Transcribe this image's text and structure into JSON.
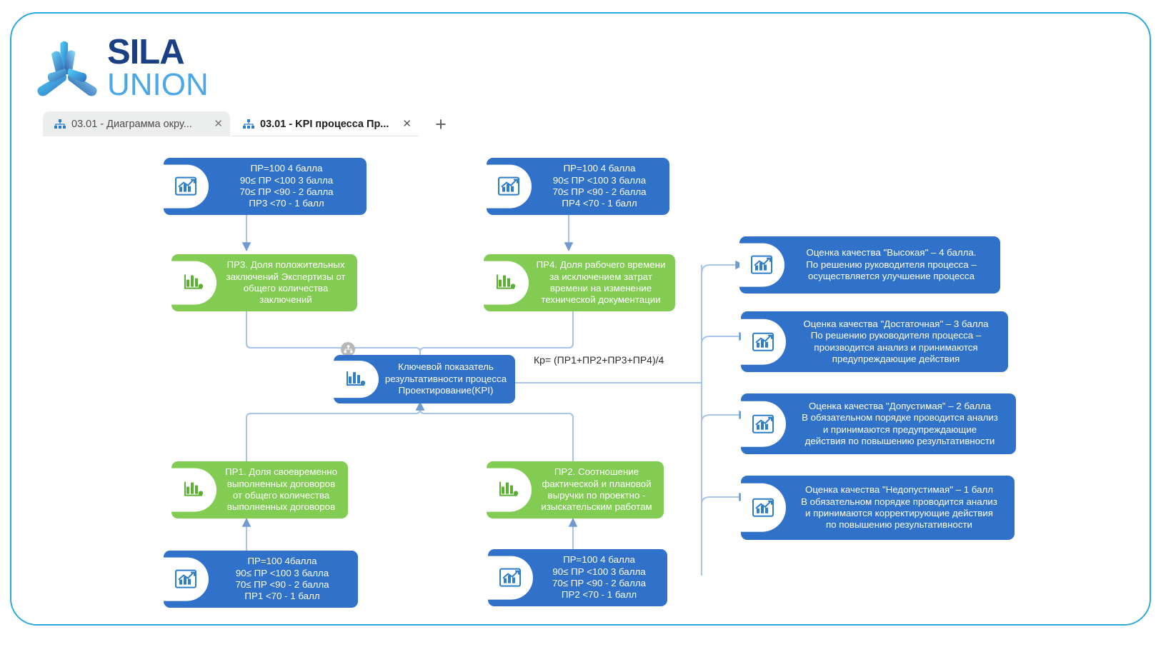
{
  "brand": {
    "name_top": "SILA",
    "name_bottom": "UNION",
    "logo_icon": "sila-union-logo",
    "color_top": "#1b3f85",
    "color_bottom": "#4aa8e8",
    "border_color": "#29a8e0"
  },
  "tabs": {
    "items": [
      {
        "label": "03.01 - Диаграмма окру...",
        "icon": "diagram-icon",
        "close_label": "✕",
        "active": false
      },
      {
        "label": "03.01 - KPI процесса Пр...",
        "icon": "diagram-icon",
        "close_label": "✕",
        "active": true
      }
    ],
    "add_label": "+"
  },
  "diagram": {
    "colors": {
      "blue": "#3071c9",
      "green": "#82cc54",
      "edge": "#a8c4e8"
    },
    "collapse_badge_icon": "collapse-org-icon",
    "kpi_formula": "Кр= (ПР1+ПР2+ПР3+ПР4)/4",
    "nodes": [
      {
        "id": "scale-pr3",
        "kind": "blue",
        "icon": "line-chart-icon",
        "text": "ПР=100 4 балла\n90≤ ПР <100 3 балла\n70≤ ПР <90 - 2 балла\nПР3 <70 - 1 балл"
      },
      {
        "id": "scale-pr4",
        "kind": "blue",
        "icon": "line-chart-icon",
        "text": "ПР=100 4 балла\n90≤ ПР <100 3 балла\n70≤ ПР <90 - 2 балла\nПР4 <70 - 1 балл"
      },
      {
        "id": "pr3",
        "kind": "green",
        "icon": "bar-chart-icon",
        "text": "ПР3. Доля положительных заключений Экспертизы от общего количества заключений"
      },
      {
        "id": "pr4",
        "kind": "green",
        "icon": "bar-chart-icon",
        "text": "ПР4. Доля рабочего времени за исключением затрат времени на изменение технической документации"
      },
      {
        "id": "kpi",
        "kind": "blue",
        "icon": "bar-chart-icon",
        "text": "Ключевой показатель результативности процесса Проектирование(KPI)"
      },
      {
        "id": "pr1",
        "kind": "green",
        "icon": "bar-chart-icon",
        "text": "ПР1. Доля своевременно выполненных договоров от общего количества выполненных договоров"
      },
      {
        "id": "pr2",
        "kind": "green",
        "icon": "bar-chart-icon",
        "text": "ПР2. Соотношение фактической и плановой выручки по проектно - изыскательским работам"
      },
      {
        "id": "scale-pr1",
        "kind": "blue",
        "icon": "line-chart-icon",
        "text": "ПР=100 4балла\n90≤ ПР <100 3 балла\n70≤ ПР <90 - 2 балла\nПР1 <70 - 1 балл"
      },
      {
        "id": "scale-pr2",
        "kind": "blue",
        "icon": "line-chart-icon",
        "text": "ПР=100 4 балла\n90≤ ПР <100 3 балла\n70≤ ПР <90 - 2 балла\nПР2 <70 - 1 балл"
      },
      {
        "id": "quality-high",
        "kind": "blue",
        "icon": "line-chart-icon",
        "text": "Оценка качества \"Высокая\" – 4 балла.\nПо решению руководителя процесса –\nосуществляется улучшение процесса"
      },
      {
        "id": "quality-sufficient",
        "kind": "blue",
        "icon": "line-chart-icon",
        "text": "Оценка качества \"Достаточная\" – 3 балла\nПо решению руководителя процесса –\nпроизводится анализ и принимаются\nпредупреждающие действия"
      },
      {
        "id": "quality-acceptable",
        "kind": "blue",
        "icon": "line-chart-icon",
        "text": "Оценка качества \"Допустимая\" – 2 балла\nВ обязательном порядке проводится анализ\nи принимаются предупреждающие\nдействия по повышению результативности"
      },
      {
        "id": "quality-unacceptable",
        "kind": "blue",
        "icon": "line-chart-icon",
        "text": "Оценка качества \"Недопустимая\" – 1 балл\nВ обязательном порядке проводится анализ\nи принимаются корректирующие действия\nпо повышению результативности"
      }
    ]
  }
}
